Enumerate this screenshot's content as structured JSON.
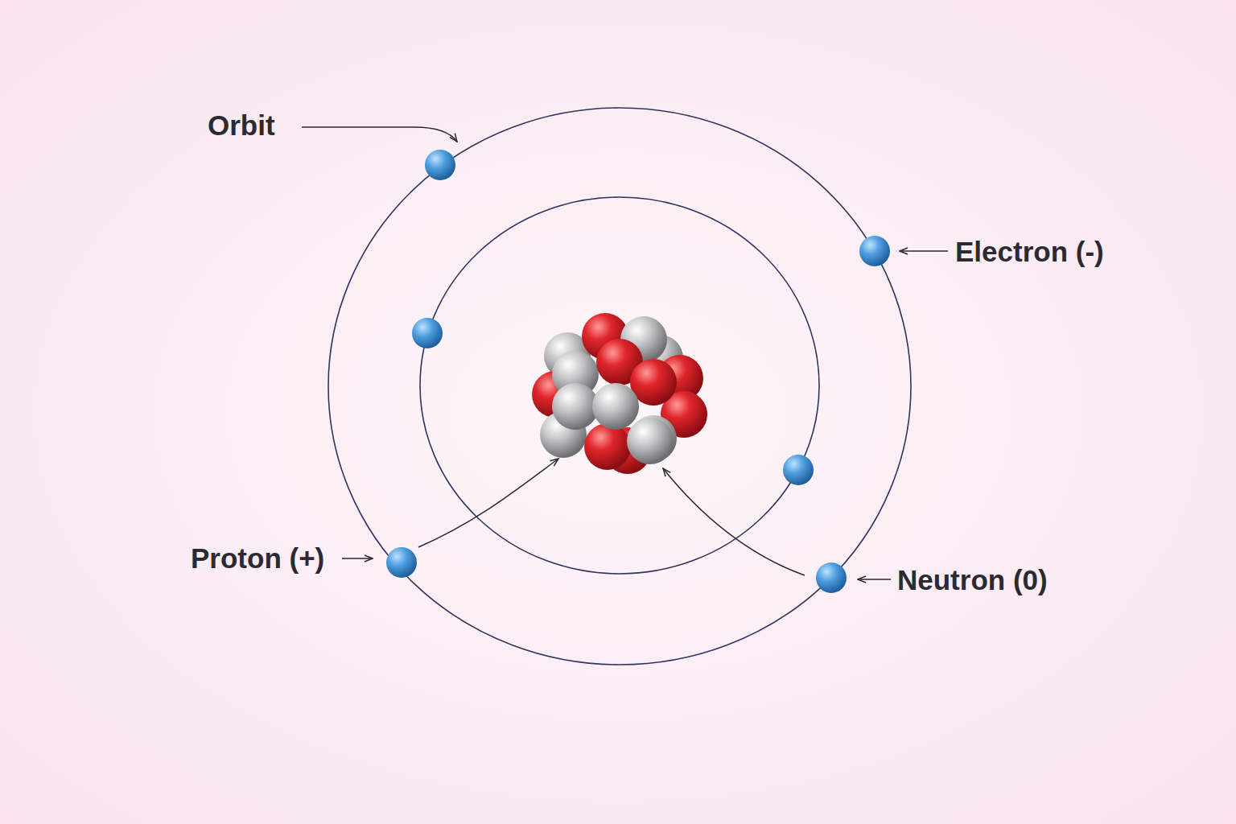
{
  "diagram": {
    "labels": [
      "Orbit",
      "Electron (-)",
      "Proton (+)",
      "Neutron (0)"
    ]
  }
}
